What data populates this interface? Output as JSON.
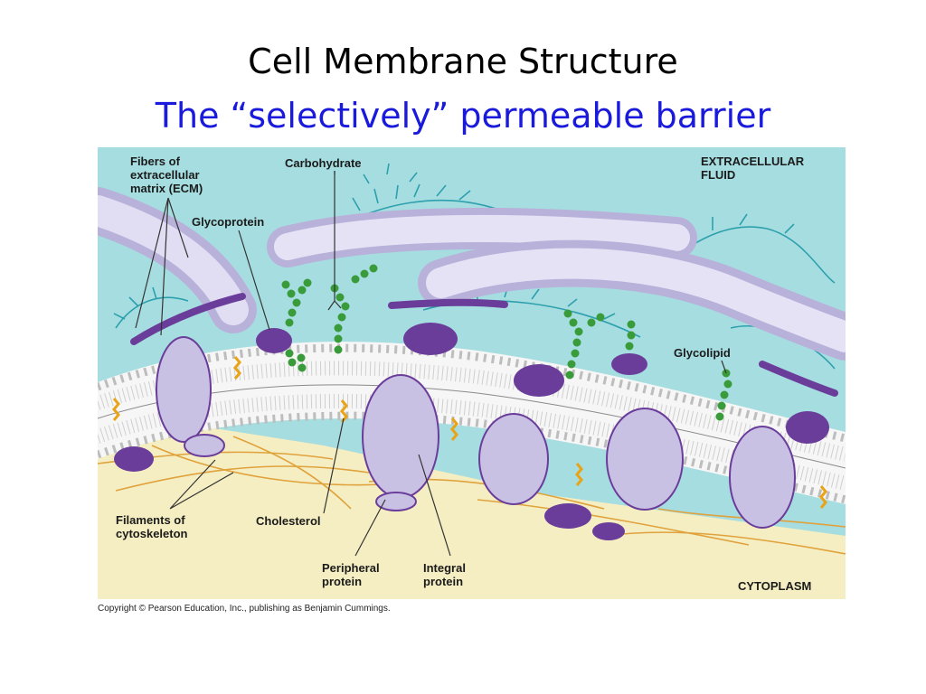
{
  "slide": {
    "title": "Cell Membrane Structure",
    "subtitle": "The “selectively” permeable barrier"
  },
  "diagram": {
    "labels": {
      "ecm_fibers": "Fibers of\nextracellular\nmatrix (ECM)",
      "carbohydrate": "Carbohydrate",
      "extracellular_fluid": "EXTRACELLULAR\nFLUID",
      "glycoprotein": "Glycoprotein",
      "glycolipid": "Glycolipid",
      "cytoskeleton_filaments": "Filaments of\ncytoskeleton",
      "cholesterol": "Cholesterol",
      "peripheral_protein": "Peripheral\nprotein",
      "integral_protein": "Integral\nprotein",
      "cytoplasm": "CYTOPLASM"
    },
    "copyright": "Copyright © Pearson Education, Inc., publishing as Benjamin Cummings.",
    "colors": {
      "extracellular": "#a6dde0",
      "cytoplasm": "#f5eec2",
      "phospholipid_head": "#eeeeee",
      "protein": "#c9c1e4",
      "protein_dark": "#6a3d9a",
      "carbohydrate": "#3a9b3a",
      "cholesterol": "#e8a317",
      "ecm_fiber": "#d8d4ee",
      "ecm_web": "#2ea0ad",
      "cytoskeleton": "#e0a23c"
    }
  }
}
